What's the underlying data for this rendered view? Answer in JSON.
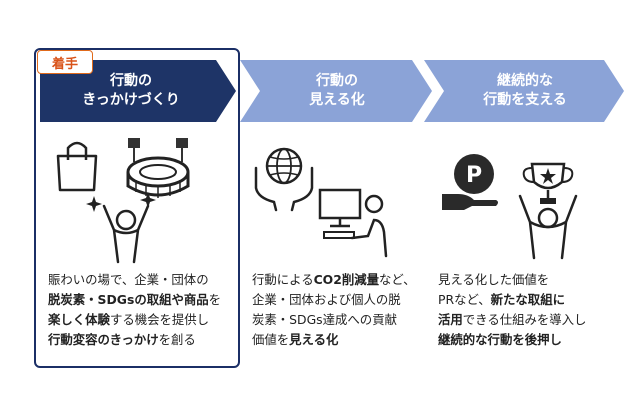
{
  "badge": "着手",
  "steps": [
    {
      "line1": "行動の",
      "line2": "きっかけづくり",
      "desc": [
        [
          {
            "t": "賑わいの場で、企業・団体の",
            "b": false
          }
        ],
        [
          {
            "t": "脱炭素・SDGsの取組や商品",
            "b": true
          },
          {
            "t": "を",
            "b": false
          }
        ],
        [
          {
            "t": "楽しく体験",
            "b": true
          },
          {
            "t": "する機会を提供し",
            "b": false
          }
        ],
        [
          {
            "t": "行動変容のきっかけ",
            "b": true
          },
          {
            "t": "を創る",
            "b": false
          }
        ]
      ]
    },
    {
      "line1": "行動の",
      "line2": "見える化",
      "desc": [
        [
          {
            "t": "行動による",
            "b": false
          },
          {
            "t": "CO2削減量",
            "b": true
          },
          {
            "t": "など、",
            "b": false
          }
        ],
        [
          {
            "t": "企業・団体および個人の脱",
            "b": false
          }
        ],
        [
          {
            "t": "炭素・SDGs達成への貢献",
            "b": false
          }
        ],
        [
          {
            "t": "価値を",
            "b": false
          },
          {
            "t": "見える化",
            "b": true
          }
        ]
      ]
    },
    {
      "line1": "継続的な",
      "line2": "行動を支える",
      "desc": [
        [
          {
            "t": "見える化した価値を",
            "b": false
          }
        ],
        [
          {
            "t": "PRなど、",
            "b": false
          },
          {
            "t": "新たな取組に",
            "b": true
          }
        ],
        [
          {
            "t": "活用",
            "b": true
          },
          {
            "t": "できる仕組みを導入し",
            "b": false
          }
        ],
        [
          {
            "t": "継続的な行動を後押し",
            "b": true
          }
        ]
      ]
    }
  ],
  "icons": {
    "bag": "shopping-bag-icon",
    "stadium": "stadium-icon",
    "cheer": "cheering-person-icon",
    "globe": "globe-in-hands-icon",
    "computer": "person-at-computer-icon",
    "points": "points-coin-in-hand-icon",
    "trophy": "person-raising-trophy-icon"
  },
  "colors": {
    "dark_navy": "#1e3467",
    "light_blue": "#8ba3d7",
    "badge_orange": "#d9531a"
  }
}
